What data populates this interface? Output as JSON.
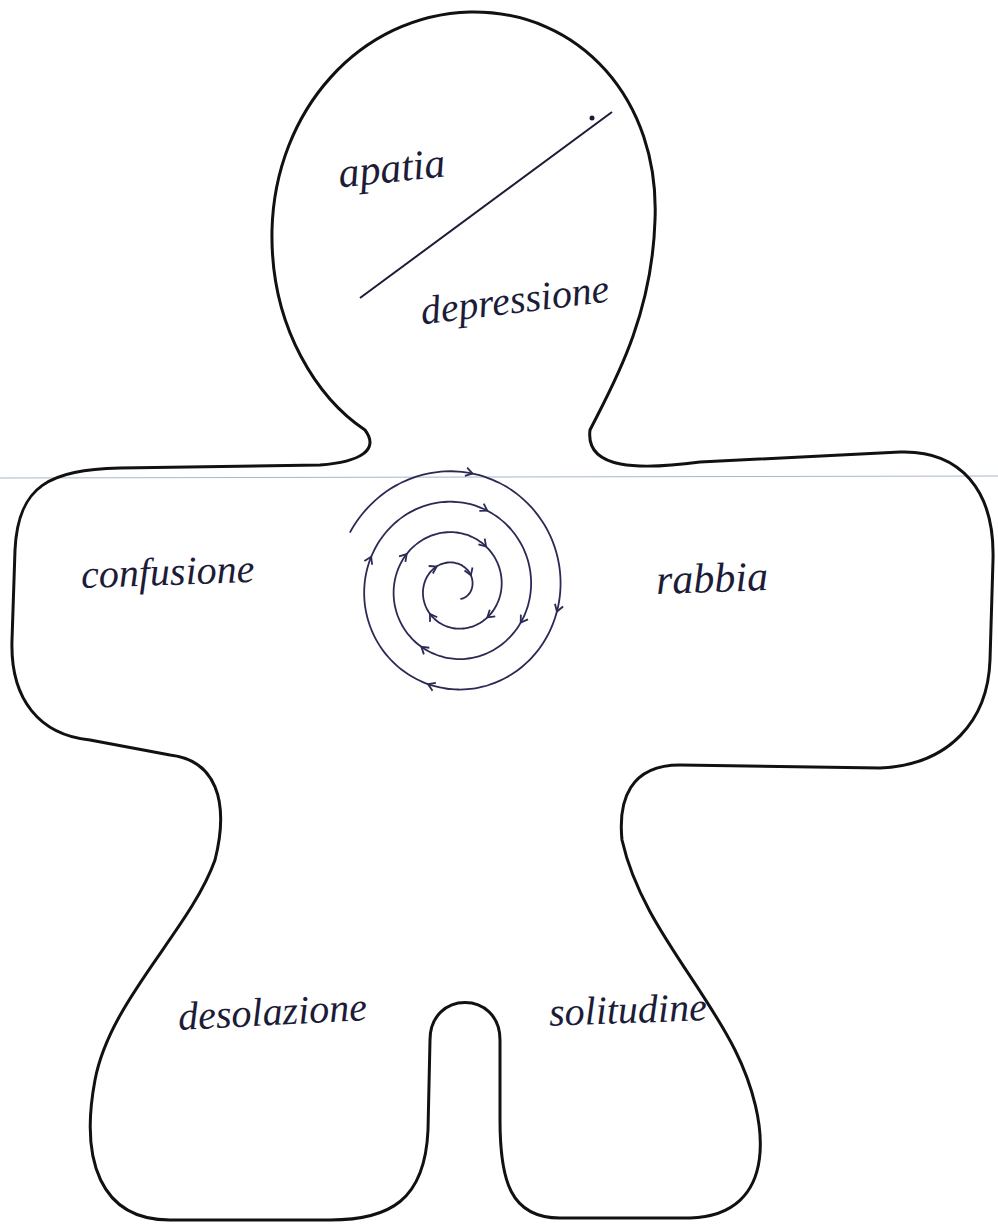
{
  "diagram": {
    "nodes": [
      {
        "text": [
          "apatia",
          "depressione",
          "confusione",
          "rabbia",
          "desolazione",
          "solitudine"
        ]
      }
    ]
  }
}
